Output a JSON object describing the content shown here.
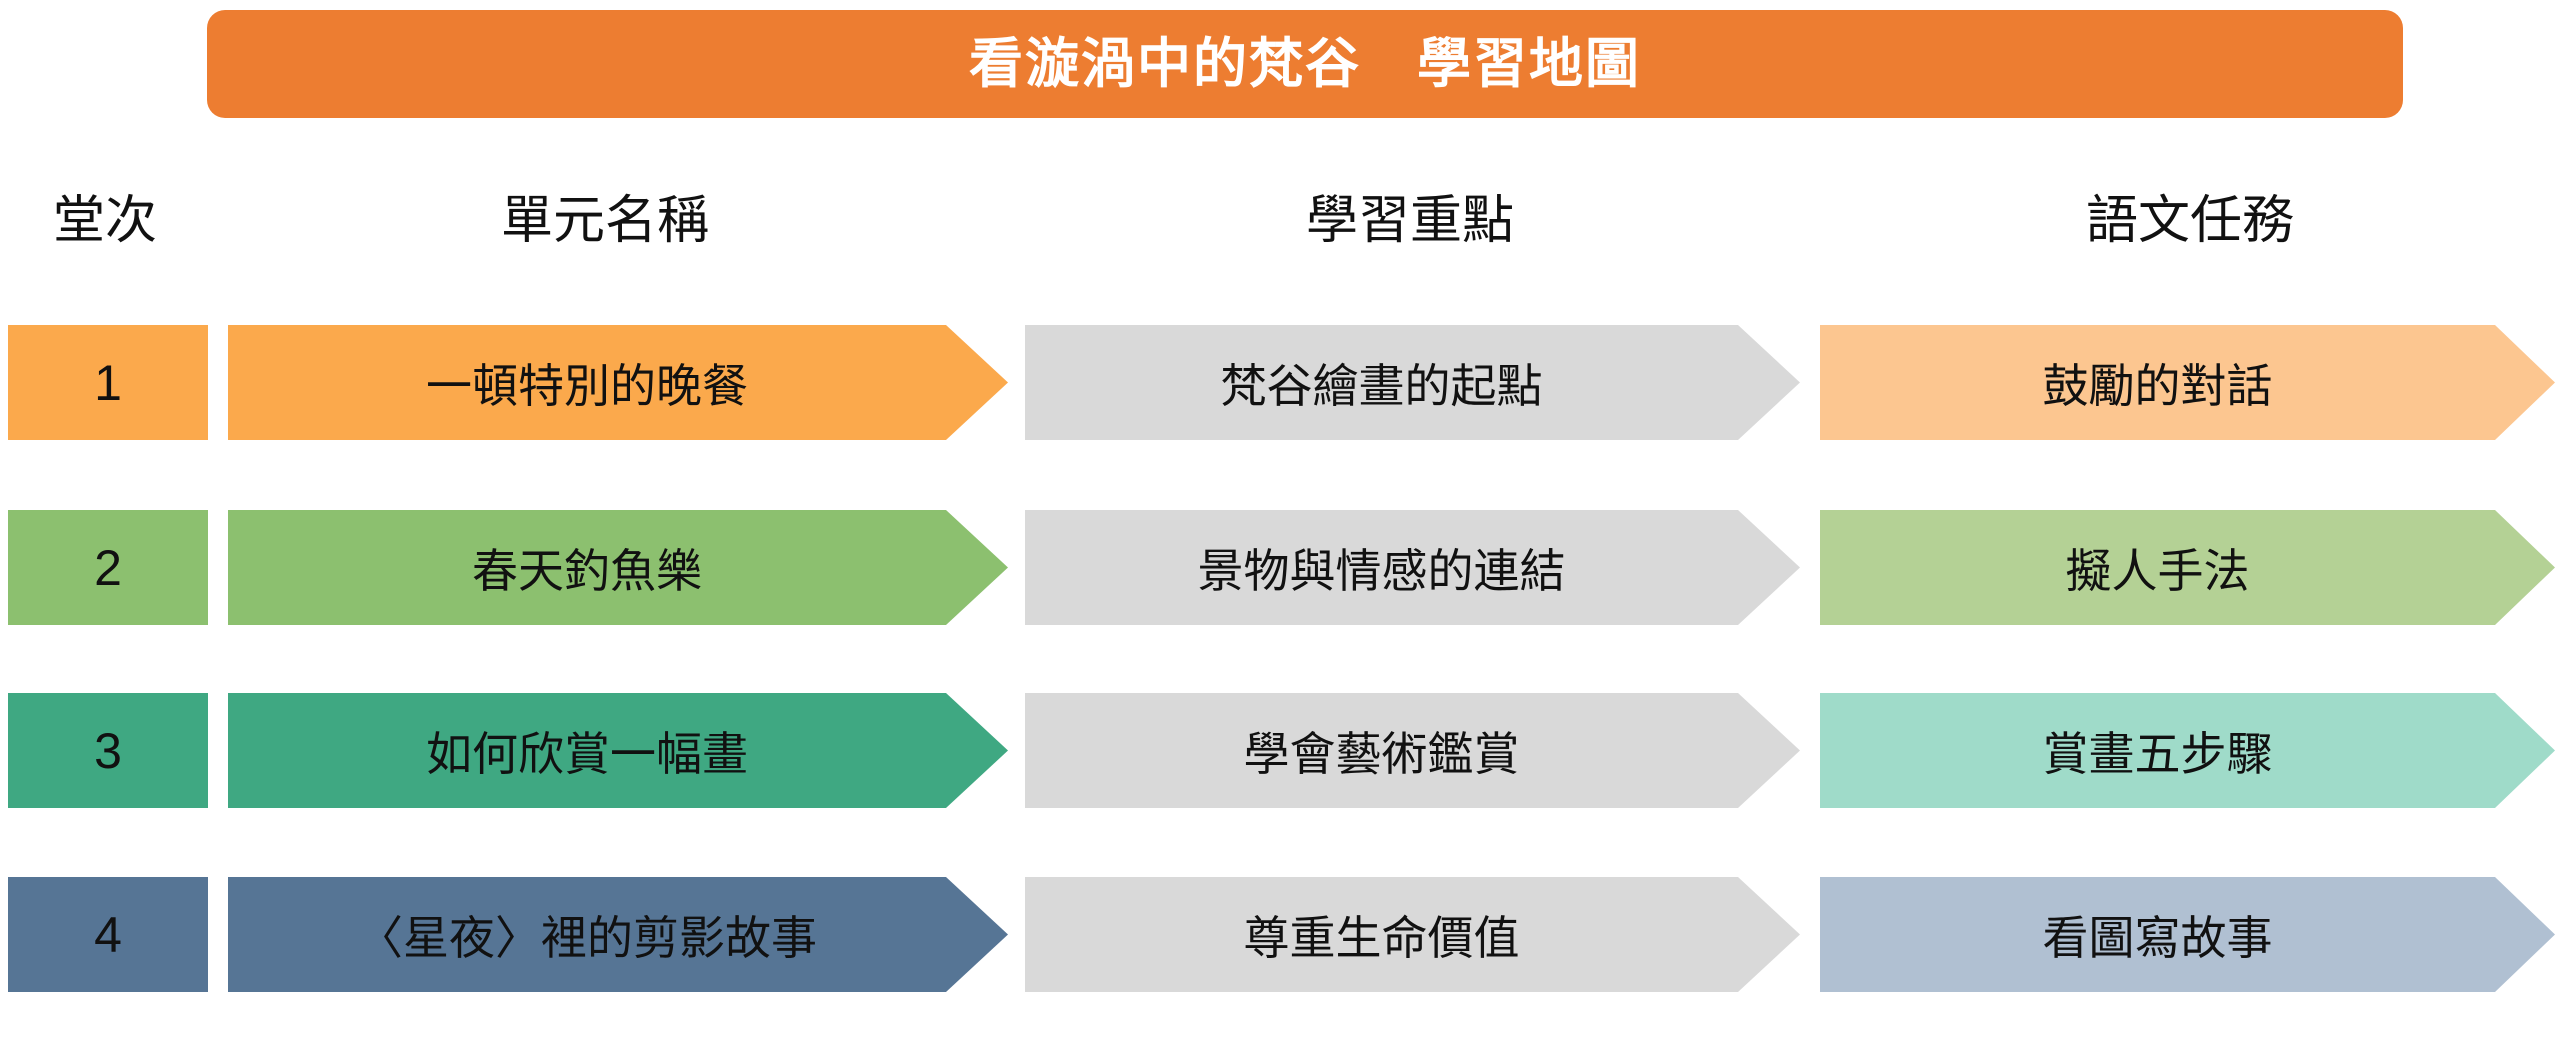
{
  "title": {
    "text": "看漩渦中的梵谷　學習地圖",
    "background_color": "#ED7D31",
    "text_color": "#FFFFFF"
  },
  "headers": {
    "session": "堂次",
    "unit": "單元名稱",
    "focus": "學習重點",
    "task": "語文任務"
  },
  "colors": {
    "row1_main": "#FBA94C",
    "row1_light": "#FCC690",
    "row2_main": "#8CC06F",
    "row2_light": "#B4D195",
    "row3_main": "#3FA882",
    "row3_light": "#9FDBC9",
    "row4_main": "#567595",
    "row4_light": "#B0C0D2",
    "focus_gray": "#D9D9D9"
  },
  "rows": [
    {
      "session": "1",
      "unit": "一頓特別的晚餐",
      "focus": "梵谷繪畫的起點",
      "task": "鼓勵的對話"
    },
    {
      "session": "2",
      "unit": "春天釣魚樂",
      "focus": "景物與情感的連結",
      "task": "擬人手法"
    },
    {
      "session": "3",
      "unit": "如何欣賞一幅畫",
      "focus": "學會藝術鑑賞",
      "task": "賞畫五步驟"
    },
    {
      "session": "4",
      "unit": "〈星夜〉裡的剪影故事",
      "focus": "尊重生命價值",
      "task": "看圖寫故事"
    }
  ]
}
